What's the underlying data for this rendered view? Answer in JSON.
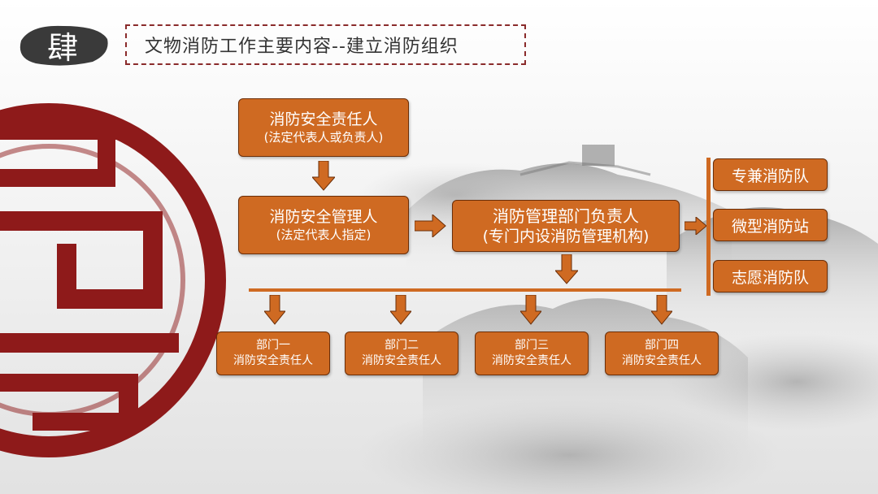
{
  "section": {
    "numeral": "肆",
    "title": "文物消防工作主要内容--建立消防组织"
  },
  "org_chart": {
    "top": {
      "title": "消防安全责任人",
      "subtitle": "(法定代表人或负责人)"
    },
    "manager": {
      "title": "消防安全管理人",
      "subtitle": "(法定代表人指定)"
    },
    "department_head": {
      "title": "消防管理部门负责人",
      "subtitle": "(专门内设消防管理机构)"
    },
    "teams": [
      "专兼消防队",
      "微型消防站",
      "志愿消防队"
    ],
    "departments": [
      {
        "name": "部门一",
        "role": "消防安全责任人"
      },
      {
        "name": "部门二",
        "role": "消防安全责任人"
      },
      {
        "name": "部门三",
        "role": "消防安全责任人"
      },
      {
        "name": "部门四",
        "role": "消防安全责任人"
      }
    ]
  },
  "colors": {
    "node_fill": "#cf6a22",
    "node_border": "#6b2e08",
    "accent_red": "#8e1a1a",
    "title_border": "#8a2b2b"
  }
}
